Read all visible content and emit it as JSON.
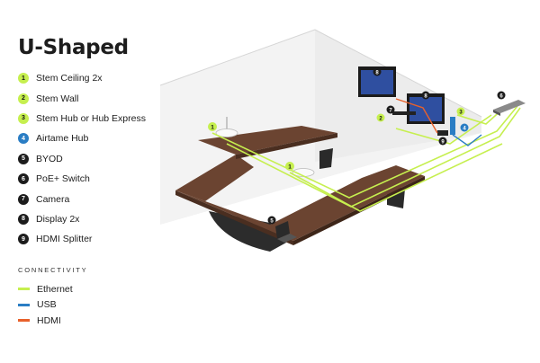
{
  "title": "U-Shaped",
  "legend": {
    "items": [
      {
        "num": "1",
        "label": "Stem Ceiling 2x",
        "color": "#c6ef4f",
        "dark": false
      },
      {
        "num": "2",
        "label": "Stem Wall",
        "color": "#c6ef4f",
        "dark": false
      },
      {
        "num": "3",
        "label": "Stem Hub or Hub Express",
        "color": "#c6ef4f",
        "dark": false
      },
      {
        "num": "4",
        "label": "Airtame Hub",
        "color": "#2a7dc4",
        "dark": true
      },
      {
        "num": "5",
        "label": "BYOD",
        "color": "#1c1c1c",
        "dark": true
      },
      {
        "num": "6",
        "label": "PoE+ Switch",
        "color": "#1c1c1c",
        "dark": true
      },
      {
        "num": "7",
        "label": "Camera",
        "color": "#1c1c1c",
        "dark": true
      },
      {
        "num": "8",
        "label": "Display 2x",
        "color": "#1c1c1c",
        "dark": true
      },
      {
        "num": "9",
        "label": "HDMI Splitter",
        "color": "#1c1c1c",
        "dark": true
      }
    ]
  },
  "connectivity": {
    "title": "CONNECTIVITY",
    "items": [
      {
        "label": "Ethernet",
        "color": "#c6ef4f"
      },
      {
        "label": "USB",
        "color": "#2a7dc4"
      },
      {
        "label": "HDMI",
        "color": "#e8612b"
      }
    ]
  },
  "diagram": {
    "colors": {
      "ethernet": "#c6ef4f",
      "usb": "#2a7dc4",
      "hdmi": "#e8612b",
      "wood": "#6b4431",
      "wood_dark": "#4a2e20",
      "wall": "#f1f1f1"
    },
    "markers": [
      {
        "name": "stem-ceiling-left-marker",
        "num": "1"
      },
      {
        "name": "stem-ceiling-center-marker",
        "num": "1"
      },
      {
        "name": "stem-wall-marker",
        "num": "2"
      },
      {
        "name": "stem-hub-marker",
        "num": "3"
      },
      {
        "name": "airtame-hub-marker",
        "num": "4"
      },
      {
        "name": "byod-marker",
        "num": "5"
      },
      {
        "name": "poe-switch-marker",
        "num": "6"
      },
      {
        "name": "camera-marker",
        "num": "7"
      },
      {
        "name": "display-left-marker",
        "num": "8"
      },
      {
        "name": "display-right-marker",
        "num": "8"
      },
      {
        "name": "hdmi-splitter-marker",
        "num": "9"
      }
    ]
  }
}
